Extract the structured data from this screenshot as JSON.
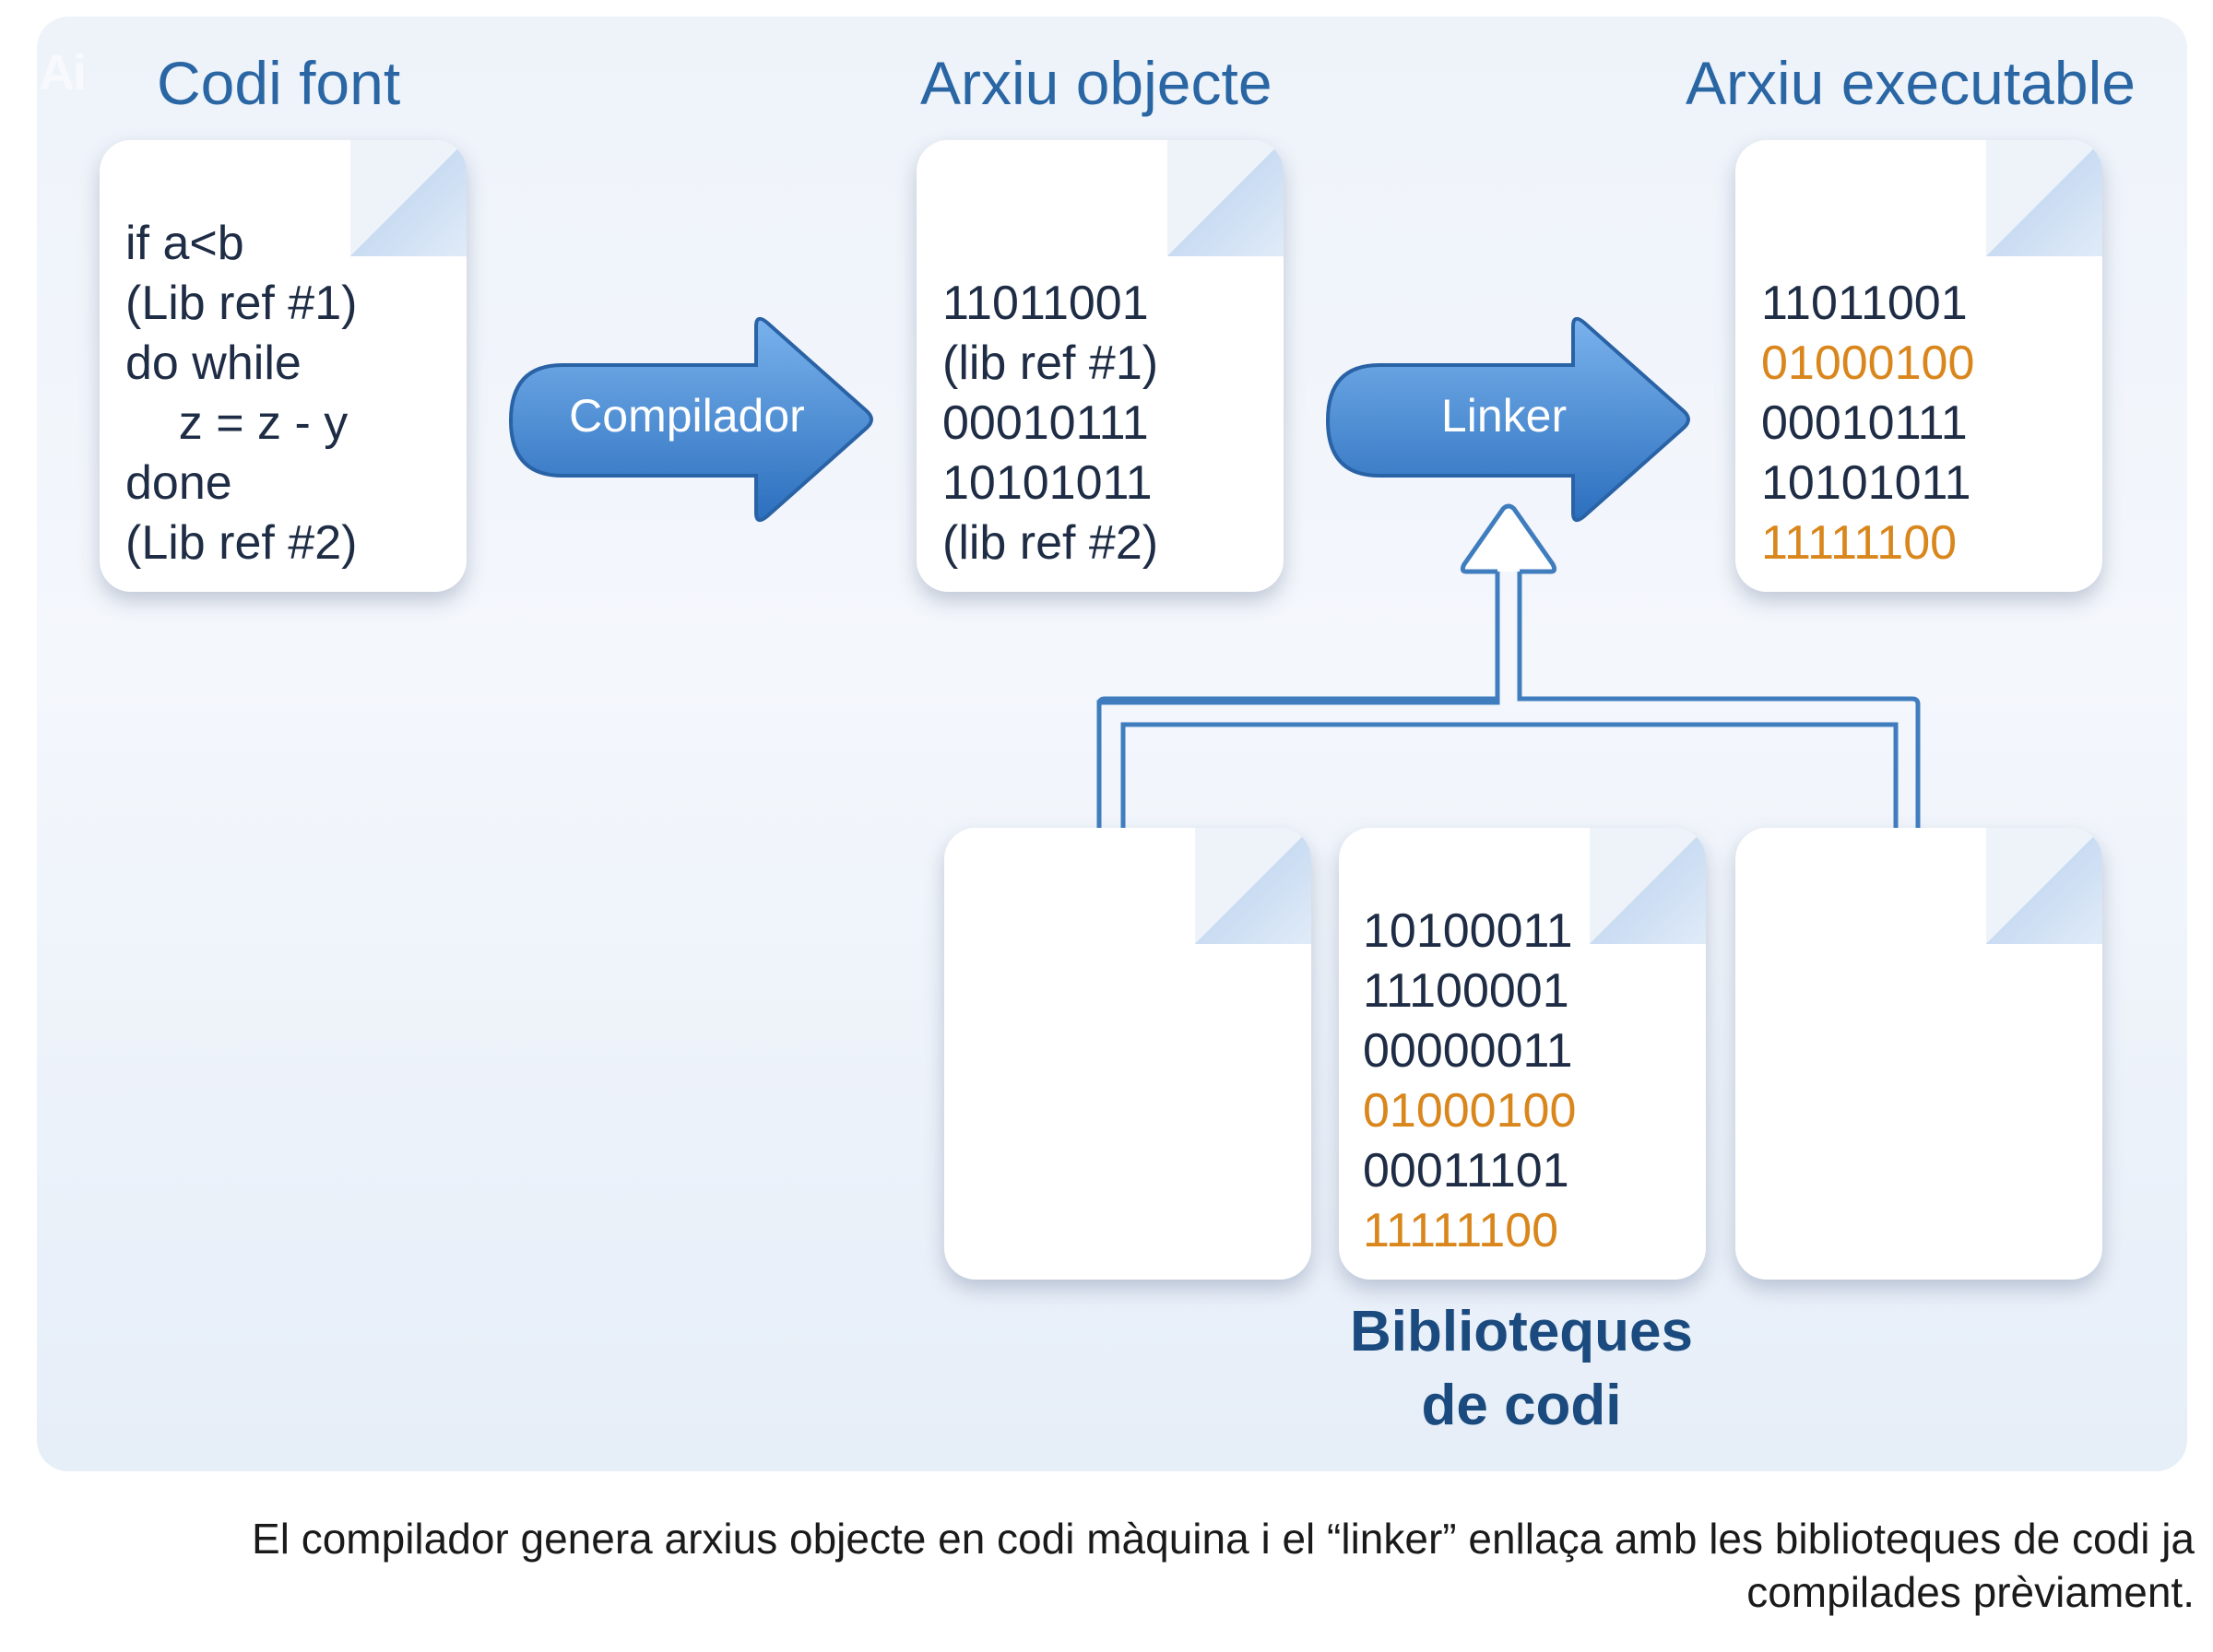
{
  "logo": "Ai",
  "titles": {
    "source": "Codi font",
    "object": "Arxiu objecte",
    "executable": "Arxiu executable",
    "libraries_line1": "Biblioteques",
    "libraries_line2": "de codi"
  },
  "arrows": {
    "compiler": "Compilador",
    "linker": "Linker"
  },
  "source_code": [
    "if a<b",
    "(Lib ref #1)",
    "do while",
    "    z = z - y",
    "done",
    "(Lib ref #2)"
  ],
  "object_code": [
    "11011001",
    "(lib ref #1)",
    "00010111",
    "10101011",
    "(lib ref #2)"
  ],
  "executable_code": [
    {
      "text": "11011001",
      "highlight": false
    },
    {
      "text": "01000100",
      "highlight": true
    },
    {
      "text": "00010111",
      "highlight": false
    },
    {
      "text": "10101011",
      "highlight": false
    },
    {
      "text": "11111100",
      "highlight": true
    }
  ],
  "library_code": [
    {
      "text": "10100011",
      "highlight": false
    },
    {
      "text": "11100001",
      "highlight": false
    },
    {
      "text": "00000011",
      "highlight": false
    },
    {
      "text": "01000100",
      "highlight": true
    },
    {
      "text": "00011101",
      "highlight": false
    },
    {
      "text": "11111100",
      "highlight": true
    }
  ],
  "caption": {
    "line1": "El compilador genera arxius objecte en codi màquina i el “linker” enllaça amb les biblioteques de codi ja",
    "line2": "compilades prèviament."
  },
  "colors": {
    "title": "#2a66a4",
    "highlight": "#d9861c",
    "arrow": "#3d82cc",
    "library_title": "#1b4a7e"
  }
}
